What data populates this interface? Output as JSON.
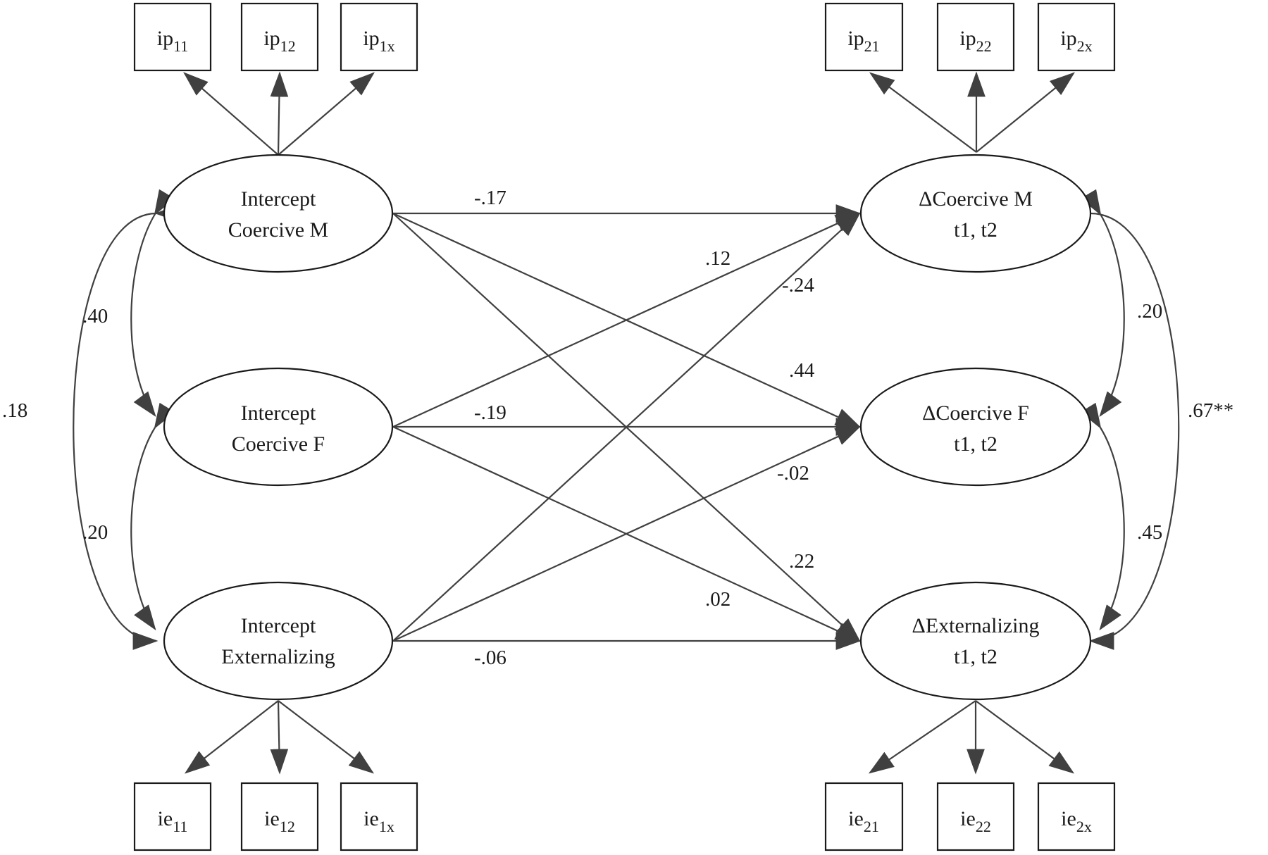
{
  "latents": [
    {
      "id": "int_cm",
      "line1": "Intercept",
      "line2": "Coercive M"
    },
    {
      "id": "int_cf",
      "line1": "Intercept",
      "line2": "Coercive F"
    },
    {
      "id": "int_ext",
      "line1": "Intercept",
      "line2": "Externalizing"
    },
    {
      "id": "d_cm",
      "line1": "ΔCoercive M",
      "line2": "t1, t2"
    },
    {
      "id": "d_cf",
      "line1": "ΔCoercive F",
      "line2": "t1, t2"
    },
    {
      "id": "d_ext",
      "line1": "ΔExternalizing",
      "line2": "t1, t2"
    }
  ],
  "indicators": {
    "top_left": [
      {
        "main": "ip",
        "sub": "11"
      },
      {
        "main": "ip",
        "sub": "12"
      },
      {
        "main": "ip",
        "sub": "1x"
      }
    ],
    "top_right": [
      {
        "main": "ip",
        "sub": "21"
      },
      {
        "main": "ip",
        "sub": "22"
      },
      {
        "main": "ip",
        "sub": "2x"
      }
    ],
    "bottom_left": [
      {
        "main": "ie",
        "sub": "11"
      },
      {
        "main": "ie",
        "sub": "12"
      },
      {
        "main": "ie",
        "sub": "1x"
      }
    ],
    "bottom_right": [
      {
        "main": "ie",
        "sub": "21"
      },
      {
        "main": "ie",
        "sub": "22"
      },
      {
        "main": "ie",
        "sub": "2x"
      }
    ]
  },
  "paths": {
    "cm_to_dcm": "-.17",
    "cf_to_dcm": ".12",
    "ext_to_dcm": "-.24",
    "cm_to_dcf": ".44",
    "cf_to_dcf": "-.19",
    "ext_to_dcf": "-.02",
    "cm_to_dext": ".22",
    "cf_to_dext": ".02",
    "ext_to_dext": "-.06"
  },
  "covariances": {
    "left_cm_cf": ".40",
    "left_cf_ext": ".20",
    "left_cm_ext": ".18",
    "right_dcm_dcf": ".20",
    "right_dcf_dext": ".45",
    "right_dcm_dext": ".67**"
  }
}
